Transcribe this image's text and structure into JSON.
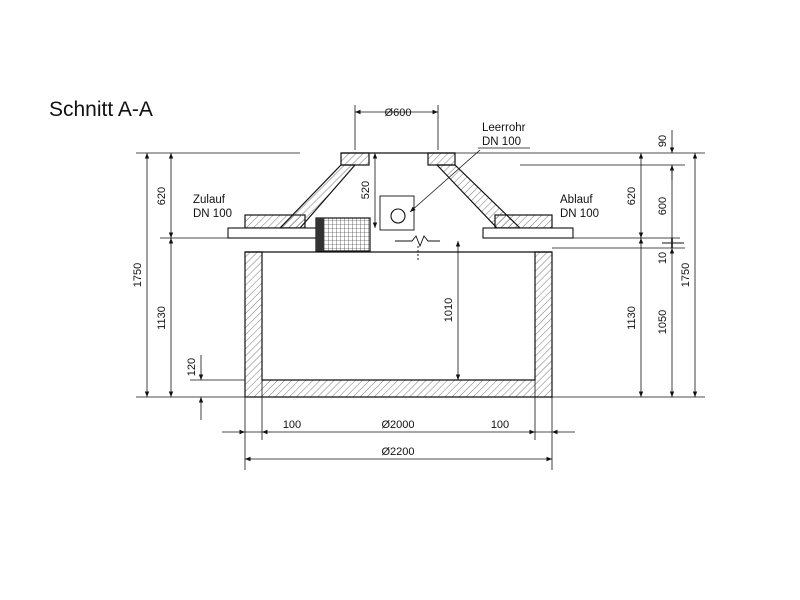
{
  "title": "Schnitt A-A",
  "labels": {
    "leerrohr_1": "Leerrohr",
    "leerrohr_2": "DN 100",
    "zulauf_1": "Zulauf",
    "zulauf_2": "DN 100",
    "ablauf_1": "Ablauf",
    "ablauf_2": "DN 100"
  },
  "dimensions": {
    "opening": "Ø600",
    "shaft_height": "520",
    "left_total": "1750",
    "left_upper": "620",
    "left_lower": "1130",
    "base_thickness": "120",
    "inner_height": "1010",
    "right_top": "90",
    "right_upper": "620",
    "right_cone": "600",
    "right_gap": "10",
    "right_lower": "1130",
    "right_inner": "1050",
    "right_total": "1750",
    "wall_left": "100",
    "inner_diameter": "Ø2000",
    "wall_right": "100",
    "outer_diameter": "Ø2200"
  },
  "colors": {
    "line": "#111111",
    "hatch": "#555555",
    "paper": "#ffffff"
  }
}
